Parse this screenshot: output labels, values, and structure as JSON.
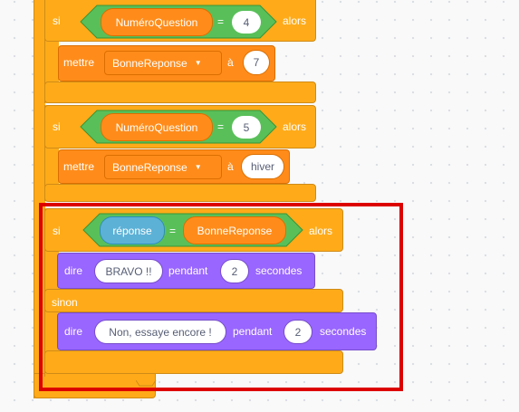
{
  "palette": {
    "control": "#ffab19",
    "variables": "#ff8c1a",
    "operators": "#59c059",
    "looks": "#9966ff",
    "sensing": "#5cb1d6",
    "highlight": "#dd0000"
  },
  "block1": {
    "if_label": "si",
    "var_name": "NuméroQuestion",
    "op": "=",
    "value": "4",
    "then_label": "alors",
    "set_label": "mettre",
    "set_var": "BonneReponse",
    "to_label": "à",
    "set_value": "7"
  },
  "block2": {
    "if_label": "si",
    "var_name": "NuméroQuestion",
    "op": "=",
    "value": "5",
    "then_label": "alors",
    "set_label": "mettre",
    "set_var": "BonneReponse",
    "to_label": "à",
    "set_value": "hiver"
  },
  "block3": {
    "if_label": "si",
    "answer": "réponse",
    "op": "=",
    "var_name": "BonneReponse",
    "then_label": "alors",
    "say1_label": "dire",
    "say1_text": "BRAVO !!",
    "say1_for": "pendant",
    "say1_secs": "2",
    "say1_unit": "secondes",
    "else_label": "sinon",
    "say2_label": "dire",
    "say2_text": "Non, essaye encore !",
    "say2_for": "pendant",
    "say2_secs": "2",
    "say2_unit": "secondes"
  },
  "icons": {
    "dropdown": "caret-down-icon"
  }
}
